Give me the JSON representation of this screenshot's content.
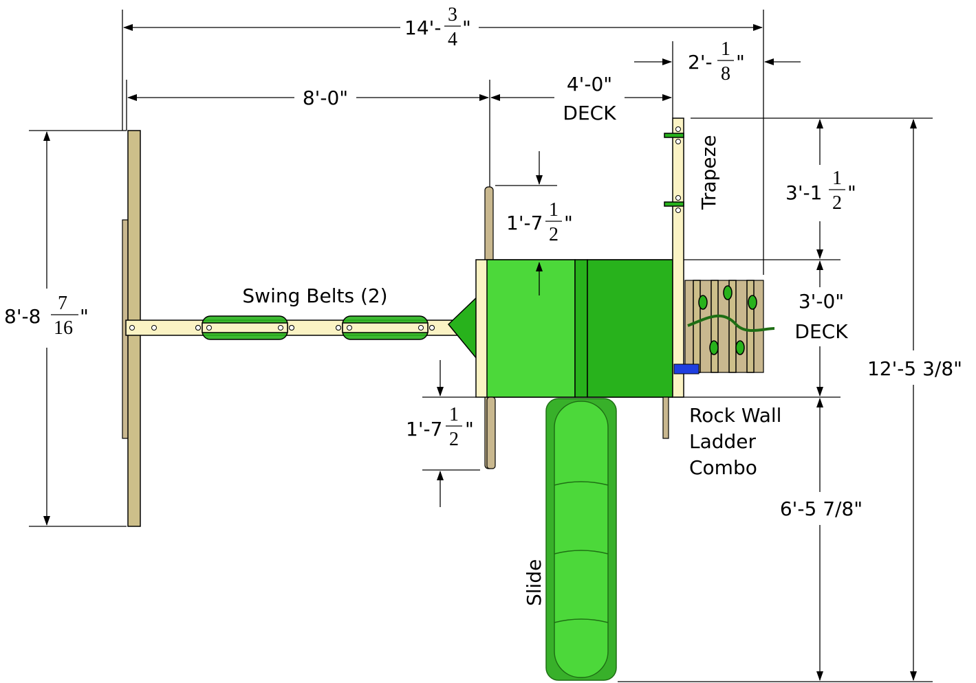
{
  "dimensions": {
    "overall_width": {
      "whole": "14'-",
      "num": "3",
      "den": "4",
      "unit": "\""
    },
    "swing_beam": "8'-0\"",
    "deck_width": {
      "value": "4'-0\"",
      "sub": "DECK"
    },
    "side_offset": {
      "whole": "2'-",
      "num": "1",
      "den": "8",
      "unit": "\""
    },
    "upper_gap": {
      "whole": "1'-7",
      "num": "1",
      "den": "2",
      "unit": "\""
    },
    "lower_gap": {
      "whole": "1'-7",
      "num": "1",
      "den": "2",
      "unit": "\""
    },
    "swing_height": {
      "whole": "8'-8",
      "num": "7",
      "den": "16",
      "unit": "\""
    },
    "trapeze_arm": {
      "whole": "3'-1",
      "num": "1",
      "den": "2",
      "unit": "\""
    },
    "deck_depth": {
      "value": "3'-0\"",
      "sub": "DECK"
    },
    "slide_length": "6'-5 7/8\"",
    "overall_depth": "12'-5 3/8\""
  },
  "labels": {
    "swing_belts": "Swing Belts (2)",
    "trapeze": "Trapeze",
    "rock_wall": [
      "Rock Wall",
      "Ladder",
      "Combo"
    ],
    "slide": "Slide"
  },
  "colors": {
    "deck_light": "#4cd83a",
    "deck_dark": "#28b21c",
    "wood": "#fbf3c4",
    "slide": "#38b02a",
    "accent_blue": "#1f3fe0"
  }
}
